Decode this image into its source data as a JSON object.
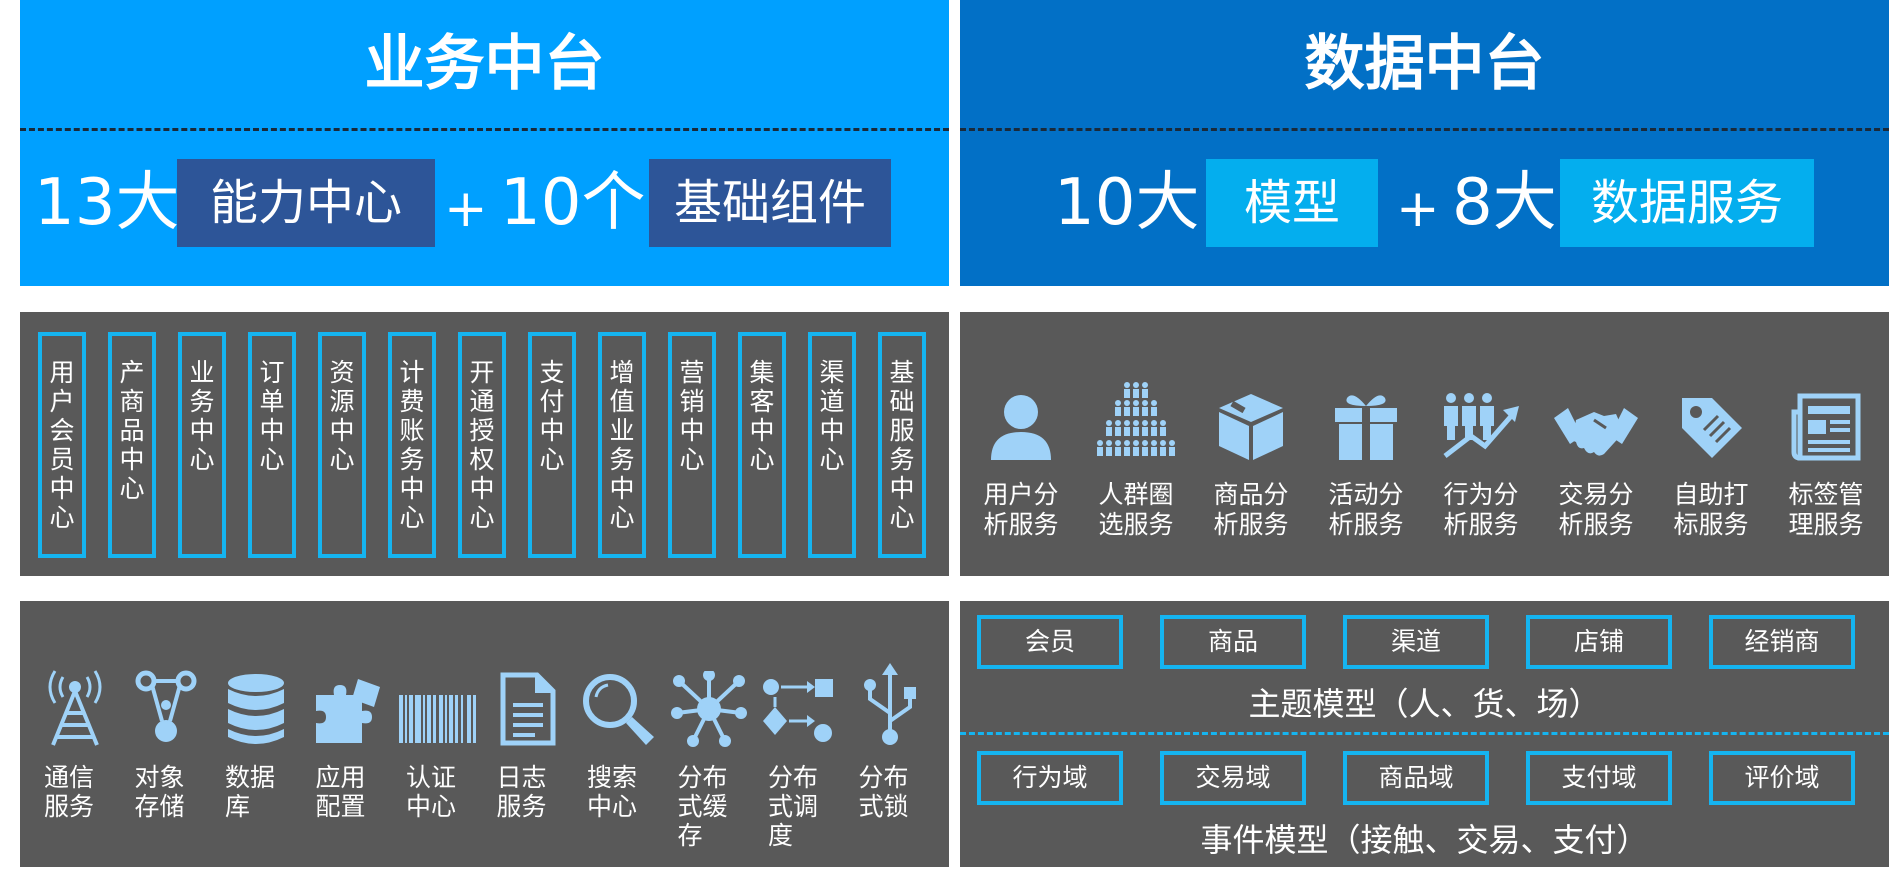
{
  "business": {
    "title": "业务中台",
    "formula": {
      "n1": "13大",
      "box1": "能力中心",
      "plus": "+",
      "n2": "10个",
      "box2": "基础组件"
    },
    "centers": [
      "用户会员中心",
      "产商品中心",
      "业务中心",
      "订单中心",
      "资源中心",
      "计费账务中心",
      "开通授权中心",
      "支付中心",
      "增值业务中心",
      "营销中心",
      "集客中心",
      "渠道中心",
      "基础服务中心"
    ],
    "components": [
      {
        "label": "通信服务",
        "icon": "antenna-icon"
      },
      {
        "label": "对象存储",
        "icon": "object-storage-icon"
      },
      {
        "label": "数据库",
        "icon": "database-icon"
      },
      {
        "label": "应用配置",
        "icon": "puzzle-icon"
      },
      {
        "label": "认证中心",
        "icon": "barcode-icon"
      },
      {
        "label": "日志服务",
        "icon": "document-icon"
      },
      {
        "label": "搜索中心",
        "icon": "search-icon"
      },
      {
        "label": "分布式缓存",
        "icon": "network-icon"
      },
      {
        "label": "分布式调度",
        "icon": "flow-icon"
      },
      {
        "label": "分布式锁",
        "icon": "usb-icon"
      }
    ]
  },
  "data": {
    "title": "数据中台",
    "formula": {
      "n1": "10大",
      "box1": "模型",
      "plus": "+",
      "n2": "8大",
      "box2": "数据服务"
    },
    "services": [
      {
        "label": "用户分析服务",
        "icon": "user-icon"
      },
      {
        "label": "人群圈选服务",
        "icon": "crowd-icon"
      },
      {
        "label": "商品分析服务",
        "icon": "box-icon"
      },
      {
        "label": "活动分析服务",
        "icon": "gift-icon"
      },
      {
        "label": "行为分析服务",
        "icon": "behavior-trend-icon"
      },
      {
        "label": "交易分析服务",
        "icon": "handshake-icon"
      },
      {
        "label": "自助打标服务",
        "icon": "tag-icon"
      },
      {
        "label": "标签管理服务",
        "icon": "newspaper-icon"
      }
    ],
    "subject_models": [
      "会员",
      "商品",
      "渠道",
      "店铺",
      "经销商"
    ],
    "subject_caption": "主题模型（人、货、场）",
    "event_models": [
      "行为域",
      "交易域",
      "商品域",
      "支付域",
      "评价域"
    ],
    "event_caption": "事件模型（接触、交易、支付）"
  },
  "colors": {
    "business_blue": "#00a0ff",
    "data_blue": "#0270c6",
    "panel_grey": "#595959",
    "frame_cyan": "#15b4f0",
    "icon_light": "#9fd2f8"
  }
}
